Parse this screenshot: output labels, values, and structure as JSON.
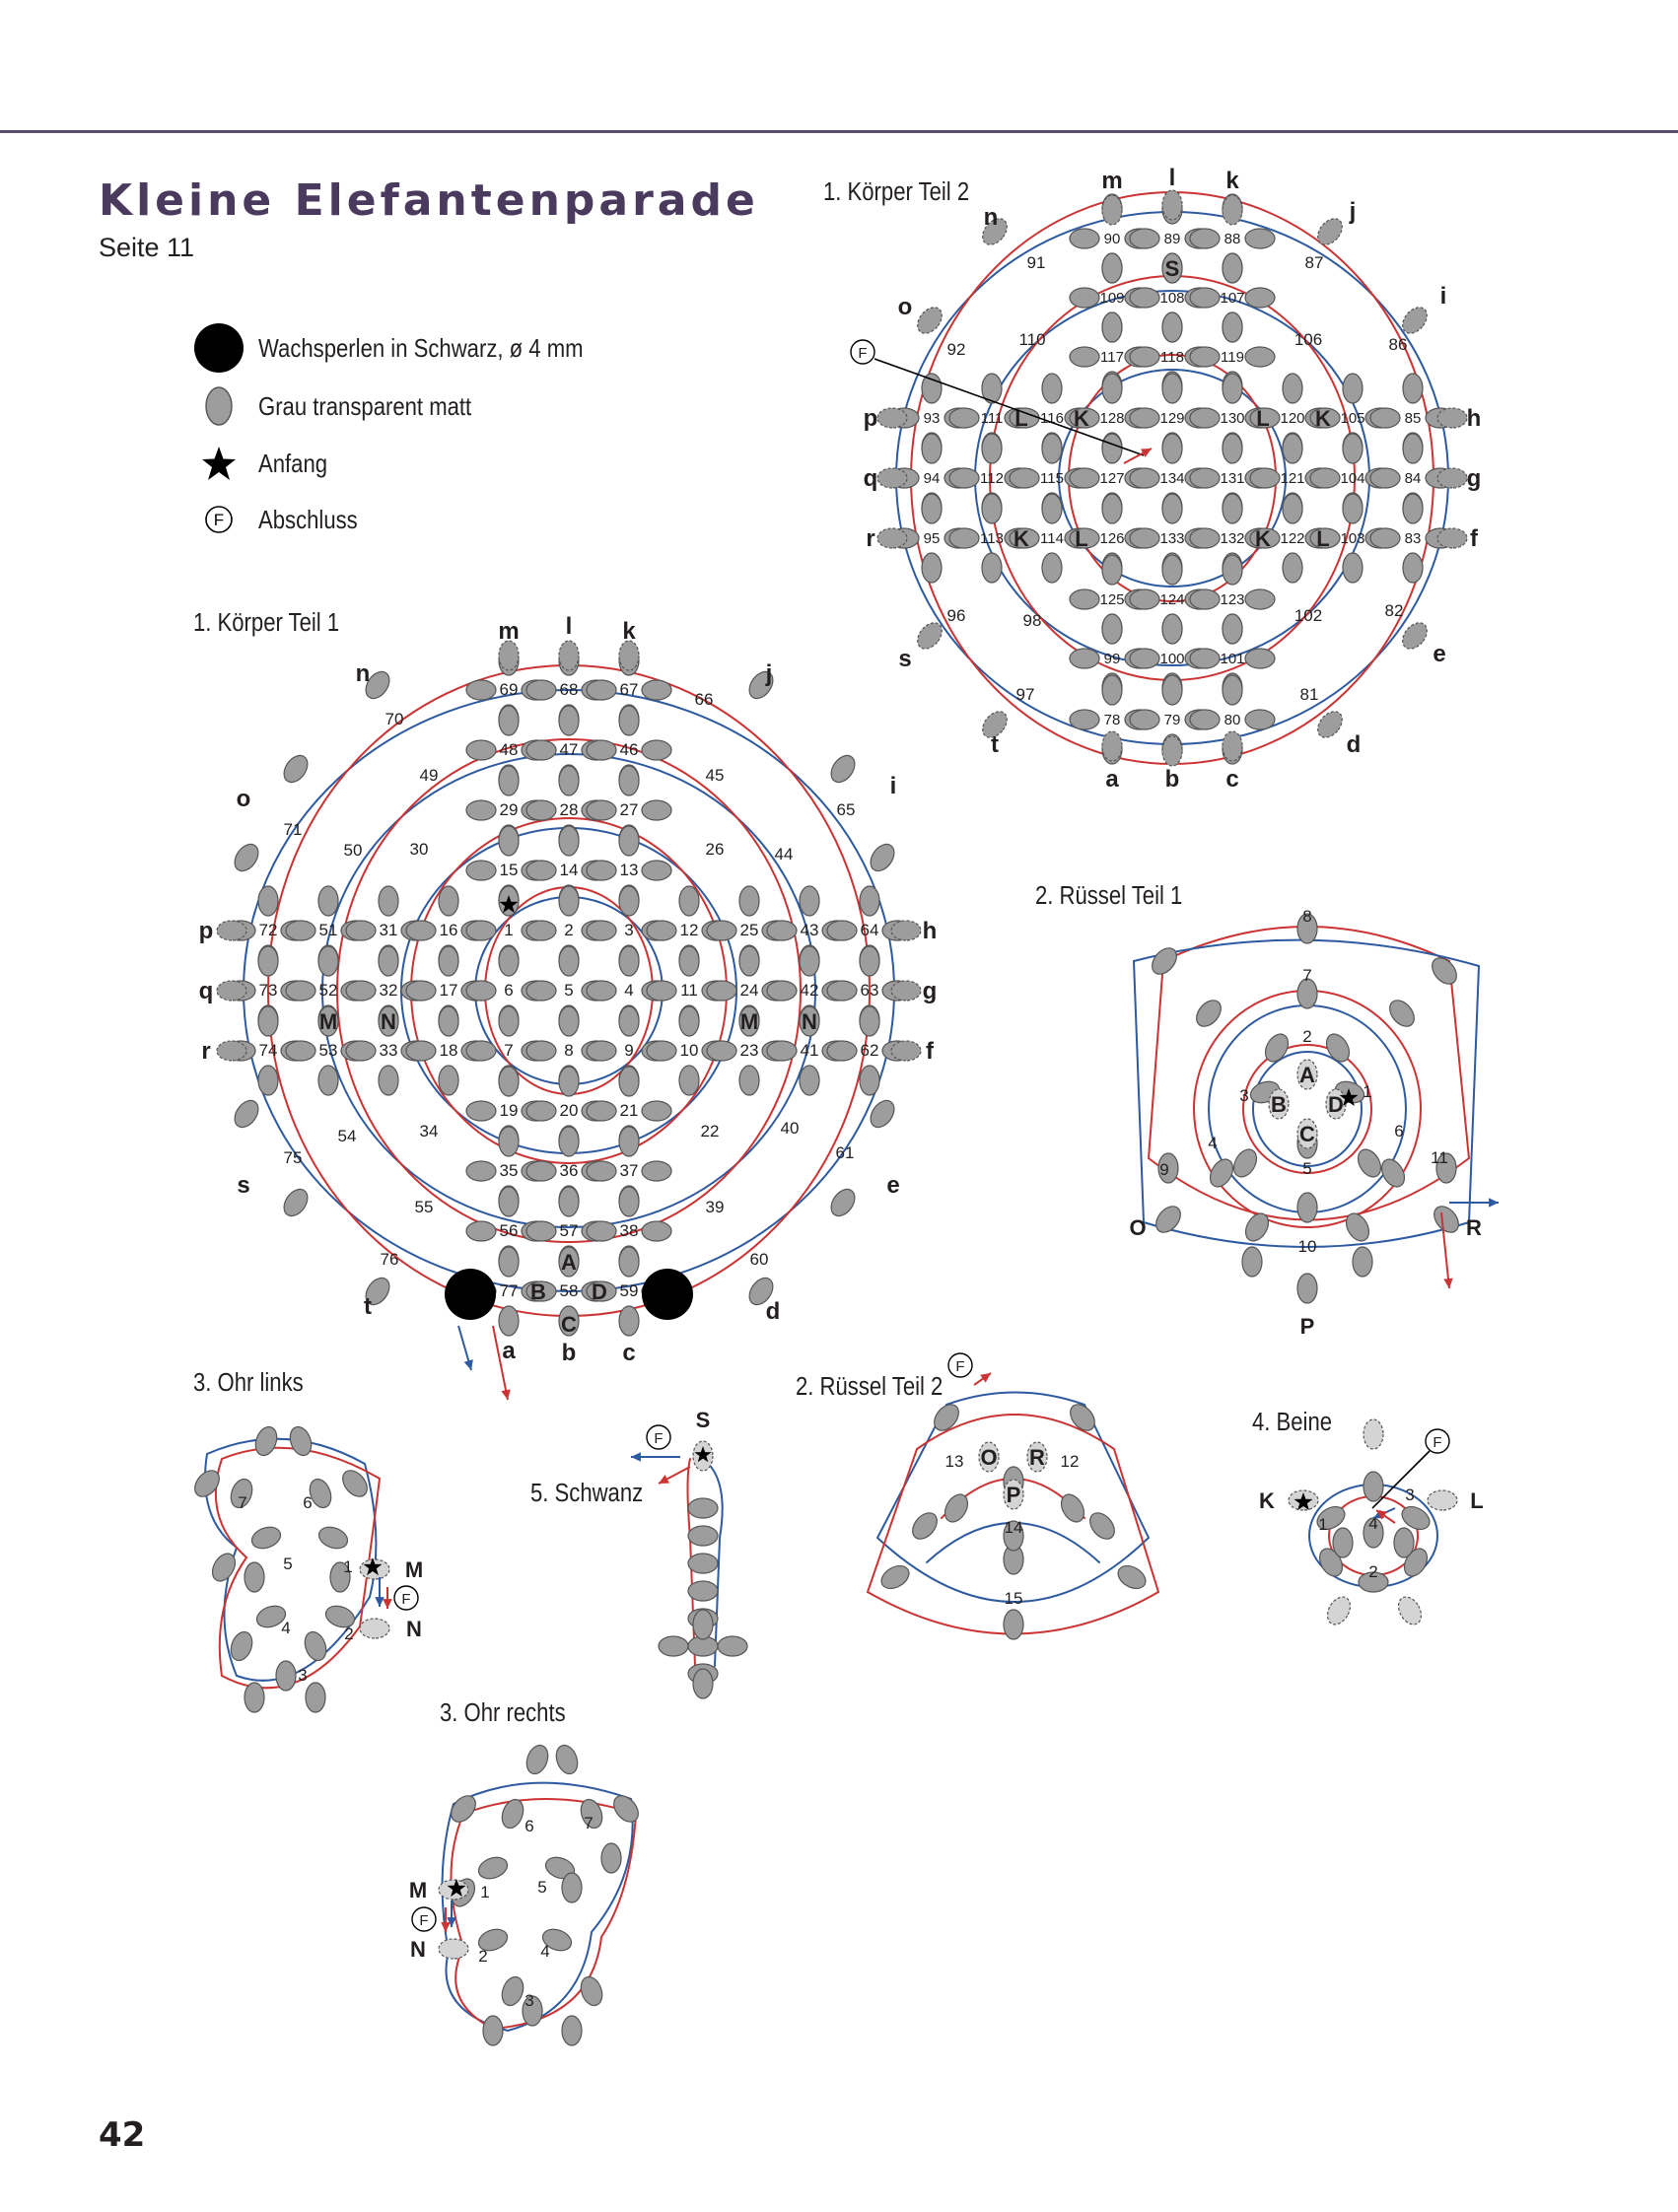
{
  "page": {
    "title": "Kleine Elefantenparade",
    "subtitle": "Seite 11",
    "page_number": "42"
  },
  "colors": {
    "accent": "#4a3a5e",
    "bead_gray": "#9d9d9d",
    "bead_black": "#000000",
    "thread_blue": "#2d5aa0",
    "thread_red": "#cc3333"
  },
  "legend": [
    {
      "symbol": "black-bead",
      "label": "Wachsperlen in Schwarz, ø 4 mm"
    },
    {
      "symbol": "gray-bead",
      "label": "Grau transparent matt"
    },
    {
      "symbol": "star",
      "label": "Anfang"
    },
    {
      "symbol": "circled-f",
      "label": "Abschluss"
    }
  ],
  "f_mark": "F",
  "diagrams": {
    "body1": {
      "title": "1. Körper Teil 1",
      "rows": [
        [
          "69",
          "68",
          "67"
        ],
        [
          "48",
          "47",
          "46"
        ],
        [
          "29",
          "28",
          "27"
        ],
        [
          "15",
          "14",
          "13"
        ],
        [
          "72",
          "51",
          "31",
          "16",
          "1",
          "2",
          "3",
          "12",
          "25",
          "43",
          "64"
        ],
        [
          "73",
          "52",
          "32",
          "17",
          "6",
          "5",
          "4",
          "11",
          "24",
          "42",
          "63"
        ],
        [
          "74",
          "53",
          "33",
          "18",
          "7",
          "8",
          "9",
          "10",
          "23",
          "41",
          "62"
        ],
        [
          "19",
          "20",
          "21"
        ],
        [
          "35",
          "36",
          "37"
        ],
        [
          "56",
          "57",
          "38"
        ],
        [
          "77",
          "58",
          "59"
        ]
      ],
      "side_numbers": [
        "70",
        "66",
        "49",
        "45",
        "30",
        "26",
        "71",
        "65",
        "50",
        "44",
        "54",
        "40",
        "34",
        "22",
        "75",
        "61",
        "55",
        "39",
        "76",
        "60"
      ],
      "letters": [
        "A",
        "B",
        "C",
        "D",
        "M",
        "N",
        "M",
        "N"
      ],
      "edge_labels": [
        "m",
        "l",
        "k",
        "n",
        "j",
        "o",
        "i",
        "p",
        "h",
        "q",
        "g",
        "r",
        "f",
        "s",
        "e",
        "t",
        "d",
        "a",
        "b",
        "c"
      ]
    },
    "body2": {
      "title": "1. Körper Teil 2",
      "rows": [
        [
          "90",
          "89",
          "88"
        ],
        [
          "109",
          "108",
          "107"
        ],
        [
          "117",
          "118",
          "119"
        ],
        [
          "93",
          "111",
          "116",
          "128",
          "129",
          "130",
          "120",
          "105",
          "85"
        ],
        [
          "94",
          "112",
          "115",
          "127",
          "134",
          "131",
          "121",
          "104",
          "84"
        ],
        [
          "95",
          "113",
          "114",
          "126",
          "133",
          "132",
          "122",
          "103",
          "83"
        ],
        [
          "125",
          "124",
          "123"
        ],
        [
          "99",
          "100",
          "101"
        ],
        [
          "78",
          "79",
          "80"
        ]
      ],
      "side_numbers": [
        "91",
        "87",
        "110",
        "106",
        "92",
        "86",
        "96",
        "82",
        "98",
        "102",
        "97",
        "81"
      ],
      "letters": [
        "S",
        "L",
        "K",
        "L",
        "K",
        "K",
        "L",
        "K",
        "L"
      ],
      "edge_labels": [
        "m",
        "l",
        "k",
        "n",
        "j",
        "o",
        "i",
        "p",
        "h",
        "q",
        "g",
        "r",
        "f",
        "s",
        "e",
        "t",
        "d",
        "a",
        "b",
        "c"
      ]
    },
    "trunk1": {
      "title": "2. Rüssel Teil 1",
      "numbers": [
        "8",
        "7",
        "2",
        "1",
        "3",
        "4",
        "5",
        "6",
        "9",
        "11",
        "10"
      ],
      "letters": [
        "A",
        "B",
        "C",
        "D",
        "O",
        "R",
        "P"
      ]
    },
    "trunk2": {
      "title": "2. Rüssel Teil 2",
      "numbers": [
        "13",
        "12",
        "14",
        "15"
      ],
      "letters": [
        "O",
        "R",
        "P"
      ]
    },
    "ear_left": {
      "title": "3. Ohr links",
      "numbers": [
        "7",
        "6",
        "5",
        "1",
        "4",
        "2",
        "3"
      ],
      "letters": [
        "M",
        "N"
      ]
    },
    "ear_right": {
      "title": "3. Ohr rechts",
      "numbers": [
        "6",
        "7",
        "1",
        "5",
        "2",
        "4",
        "3"
      ],
      "letters": [
        "M",
        "N"
      ]
    },
    "tail": {
      "title": "5. Schwanz",
      "letters": [
        "S"
      ]
    },
    "legs": {
      "title": "4. Beine",
      "numbers": [
        "1",
        "3",
        "4",
        "2"
      ],
      "letters": [
        "K",
        "L"
      ]
    }
  }
}
